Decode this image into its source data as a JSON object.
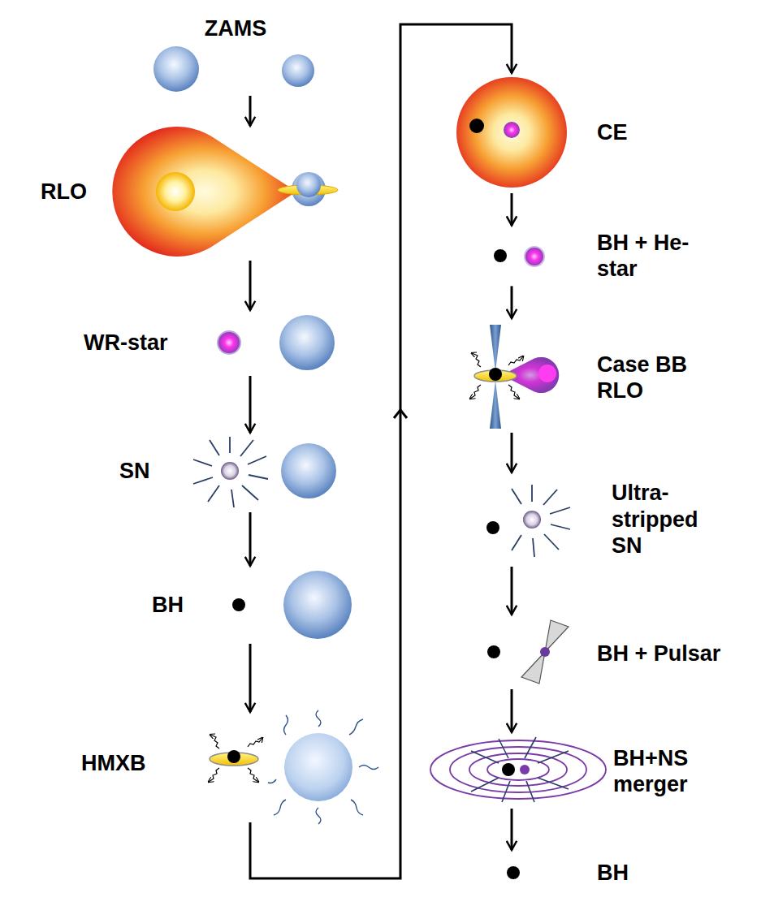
{
  "diagram": {
    "nodes": [
      {
        "text": [
          "ZAMS"
        ]
      },
      {
        "text": [
          "RLO"
        ]
      },
      {
        "text": [
          "WR-star"
        ]
      },
      {
        "text": [
          "SN"
        ]
      },
      {
        "text": [
          "BH"
        ]
      },
      {
        "text": [
          "HMXB"
        ]
      },
      {
        "text": [
          "CE"
        ]
      },
      {
        "text": [
          "BH + He-star"
        ]
      },
      {
        "text": [
          "Case BB RLO"
        ]
      },
      {
        "text": [
          "Ultra-stripped SN"
        ]
      },
      {
        "text": [
          "BH + Pulsar"
        ]
      },
      {
        "text": [
          "BH+NS merger"
        ]
      },
      {
        "text": [
          "BH"
        ]
      }
    ],
    "edges": [
      {
        "from": 0,
        "to": 1,
        "arrow": "to"
      },
      {
        "from": 1,
        "to": 2,
        "arrow": "to"
      },
      {
        "from": 2,
        "to": 3,
        "arrow": "to"
      },
      {
        "from": 3,
        "to": 4,
        "arrow": "to"
      },
      {
        "from": 4,
        "to": 5,
        "arrow": "to"
      },
      {
        "from": 5,
        "to": 6,
        "arrow": "to"
      },
      {
        "from": 6,
        "to": 7,
        "arrow": "to"
      },
      {
        "from": 7,
        "to": 8,
        "arrow": "to"
      },
      {
        "from": 8,
        "to": 9,
        "arrow": "to"
      },
      {
        "from": 9,
        "to": 10,
        "arrow": "to"
      },
      {
        "from": 10,
        "to": 11,
        "arrow": "to"
      },
      {
        "from": 11,
        "to": 12,
        "arrow": "to"
      }
    ]
  }
}
